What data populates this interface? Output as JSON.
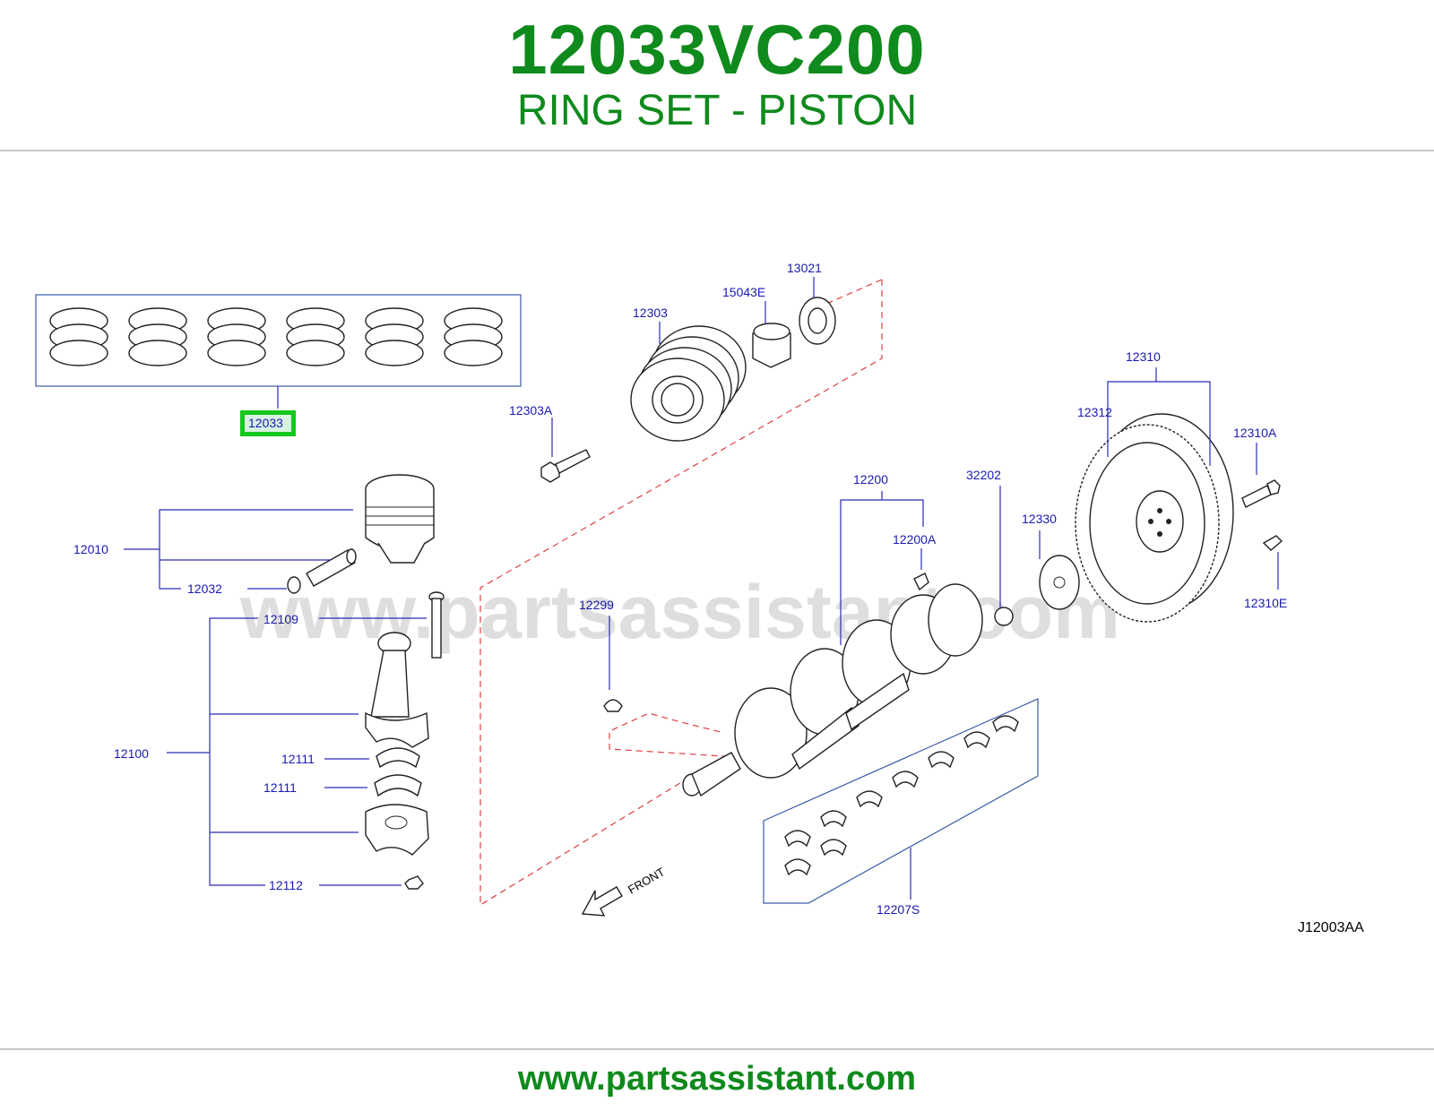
{
  "header": {
    "part_number": "12033VC200",
    "part_name": "RING SET - PISTON"
  },
  "watermark": "www.partsassistant.com",
  "diagram": {
    "highlight_color": "#14c81e",
    "label_color": "#1a1ab0",
    "callouts": {
      "c12033": "12033",
      "c12010": "12010",
      "c12032": "12032",
      "c12109": "12109",
      "c12100": "12100",
      "c12111a": "12111",
      "c12111b": "12111",
      "c12112": "12112",
      "c12303": "12303",
      "c15043e": "15043E",
      "c13021": "13021",
      "c12303a": "12303A",
      "c12299": "12299",
      "c12200": "12200",
      "c12200a": "12200A",
      "c32202": "32202",
      "c12330": "12330",
      "c12310": "12310",
      "c12312": "12312",
      "c12310a": "12310A",
      "c12310e": "12310E",
      "c12207s": "12207S",
      "front": "FRONT"
    },
    "reference_code": "J12003AA"
  },
  "footer": {
    "url": "www.partsassistant.com"
  }
}
